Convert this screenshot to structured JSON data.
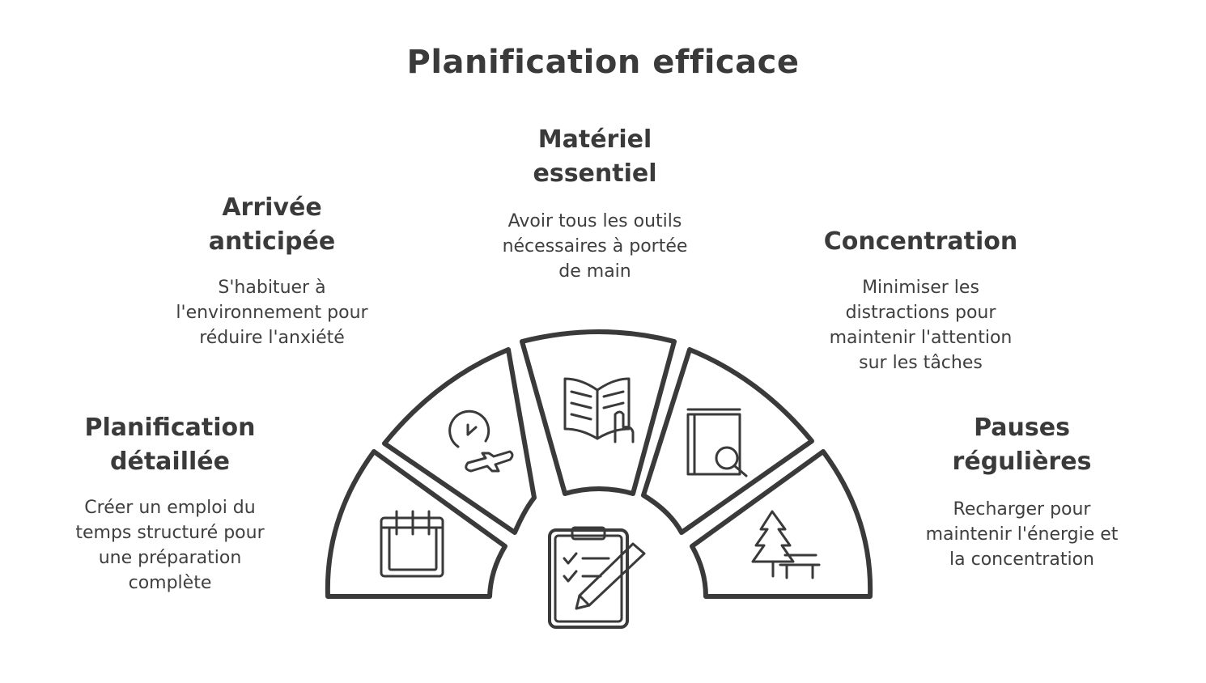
{
  "title": "Planification efficace",
  "items": [
    {
      "heading_lines": [
        "Planification",
        "détaillée"
      ],
      "desc_lines": [
        "Créer un emploi du",
        "temps structuré pour",
        "une préparation",
        "complète"
      ],
      "icon": "calendar-icon"
    },
    {
      "heading_lines": [
        "Arrivée",
        "anticipée"
      ],
      "desc_lines": [
        "S'habituer à",
        "l'environnement pour",
        "réduire l'anxiété"
      ],
      "icon": "clock-airplane-icon"
    },
    {
      "heading_lines": [
        "Matériel",
        "essentiel"
      ],
      "desc_lines": [
        "Avoir tous les outils",
        "nécessaires à portée",
        "de main"
      ],
      "icon": "open-book-icon"
    },
    {
      "heading_lines": [
        "Concentration"
      ],
      "desc_lines": [
        "Minimiser les",
        "distractions pour",
        "maintenir l'attention",
        "sur les tâches"
      ],
      "icon": "book-magnifier-icon"
    },
    {
      "heading_lines": [
        "Pauses",
        "régulières"
      ],
      "desc_lines": [
        "Recharger pour",
        "maintenir l'énergie et",
        "la concentration"
      ],
      "icon": "tree-bench-icon"
    }
  ],
  "center_icon": "clipboard-checklist-icon",
  "colors": {
    "stroke": "#3a3a3a",
    "fill": "#ffffff",
    "background": "#ffffff"
  }
}
